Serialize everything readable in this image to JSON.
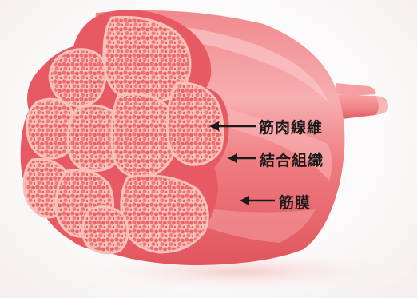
{
  "labels": {
    "muscle_fiber": "筋肉線維",
    "connective_tissue": "結合組織",
    "muscle_membrane": "筋膜"
  },
  "colors": {
    "membrane_outer": "#e8606a",
    "membrane_light": "#f5a0a4",
    "fascicle_fill": "#f7c2b9",
    "fiber_fill": "#ee6f72",
    "label_text": "#1a1a1a",
    "arrow": "#1a1a1a"
  }
}
